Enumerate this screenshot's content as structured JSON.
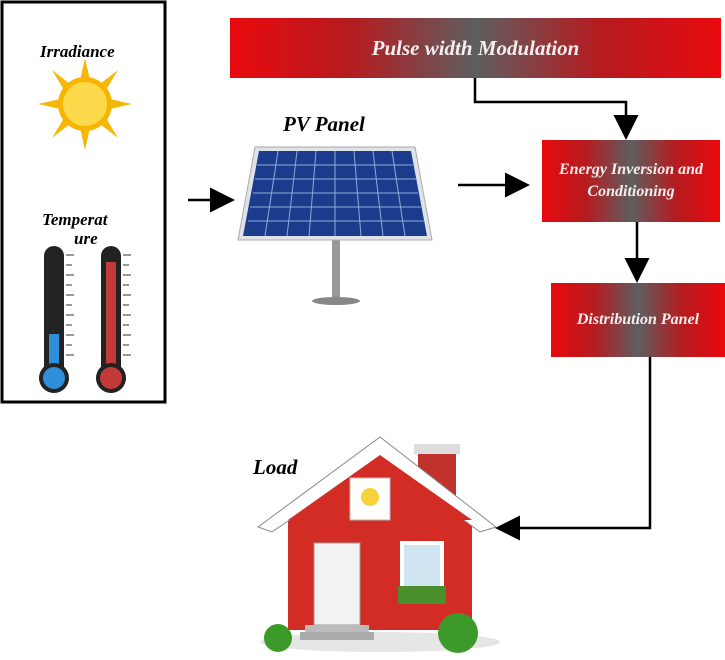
{
  "inputs": {
    "irradiance": "Irradiance",
    "temperature_line1": "Temperat",
    "temperature_line2": "ure"
  },
  "pv_panel": "PV Panel",
  "pwm": "Pulse width Modulation",
  "energy": "Energy Inversion and Conditioning",
  "distribution": "Distribution Panel",
  "load": "Load",
  "colors": {
    "box_red": "#e8090d",
    "box_gray": "#5e5e60"
  }
}
